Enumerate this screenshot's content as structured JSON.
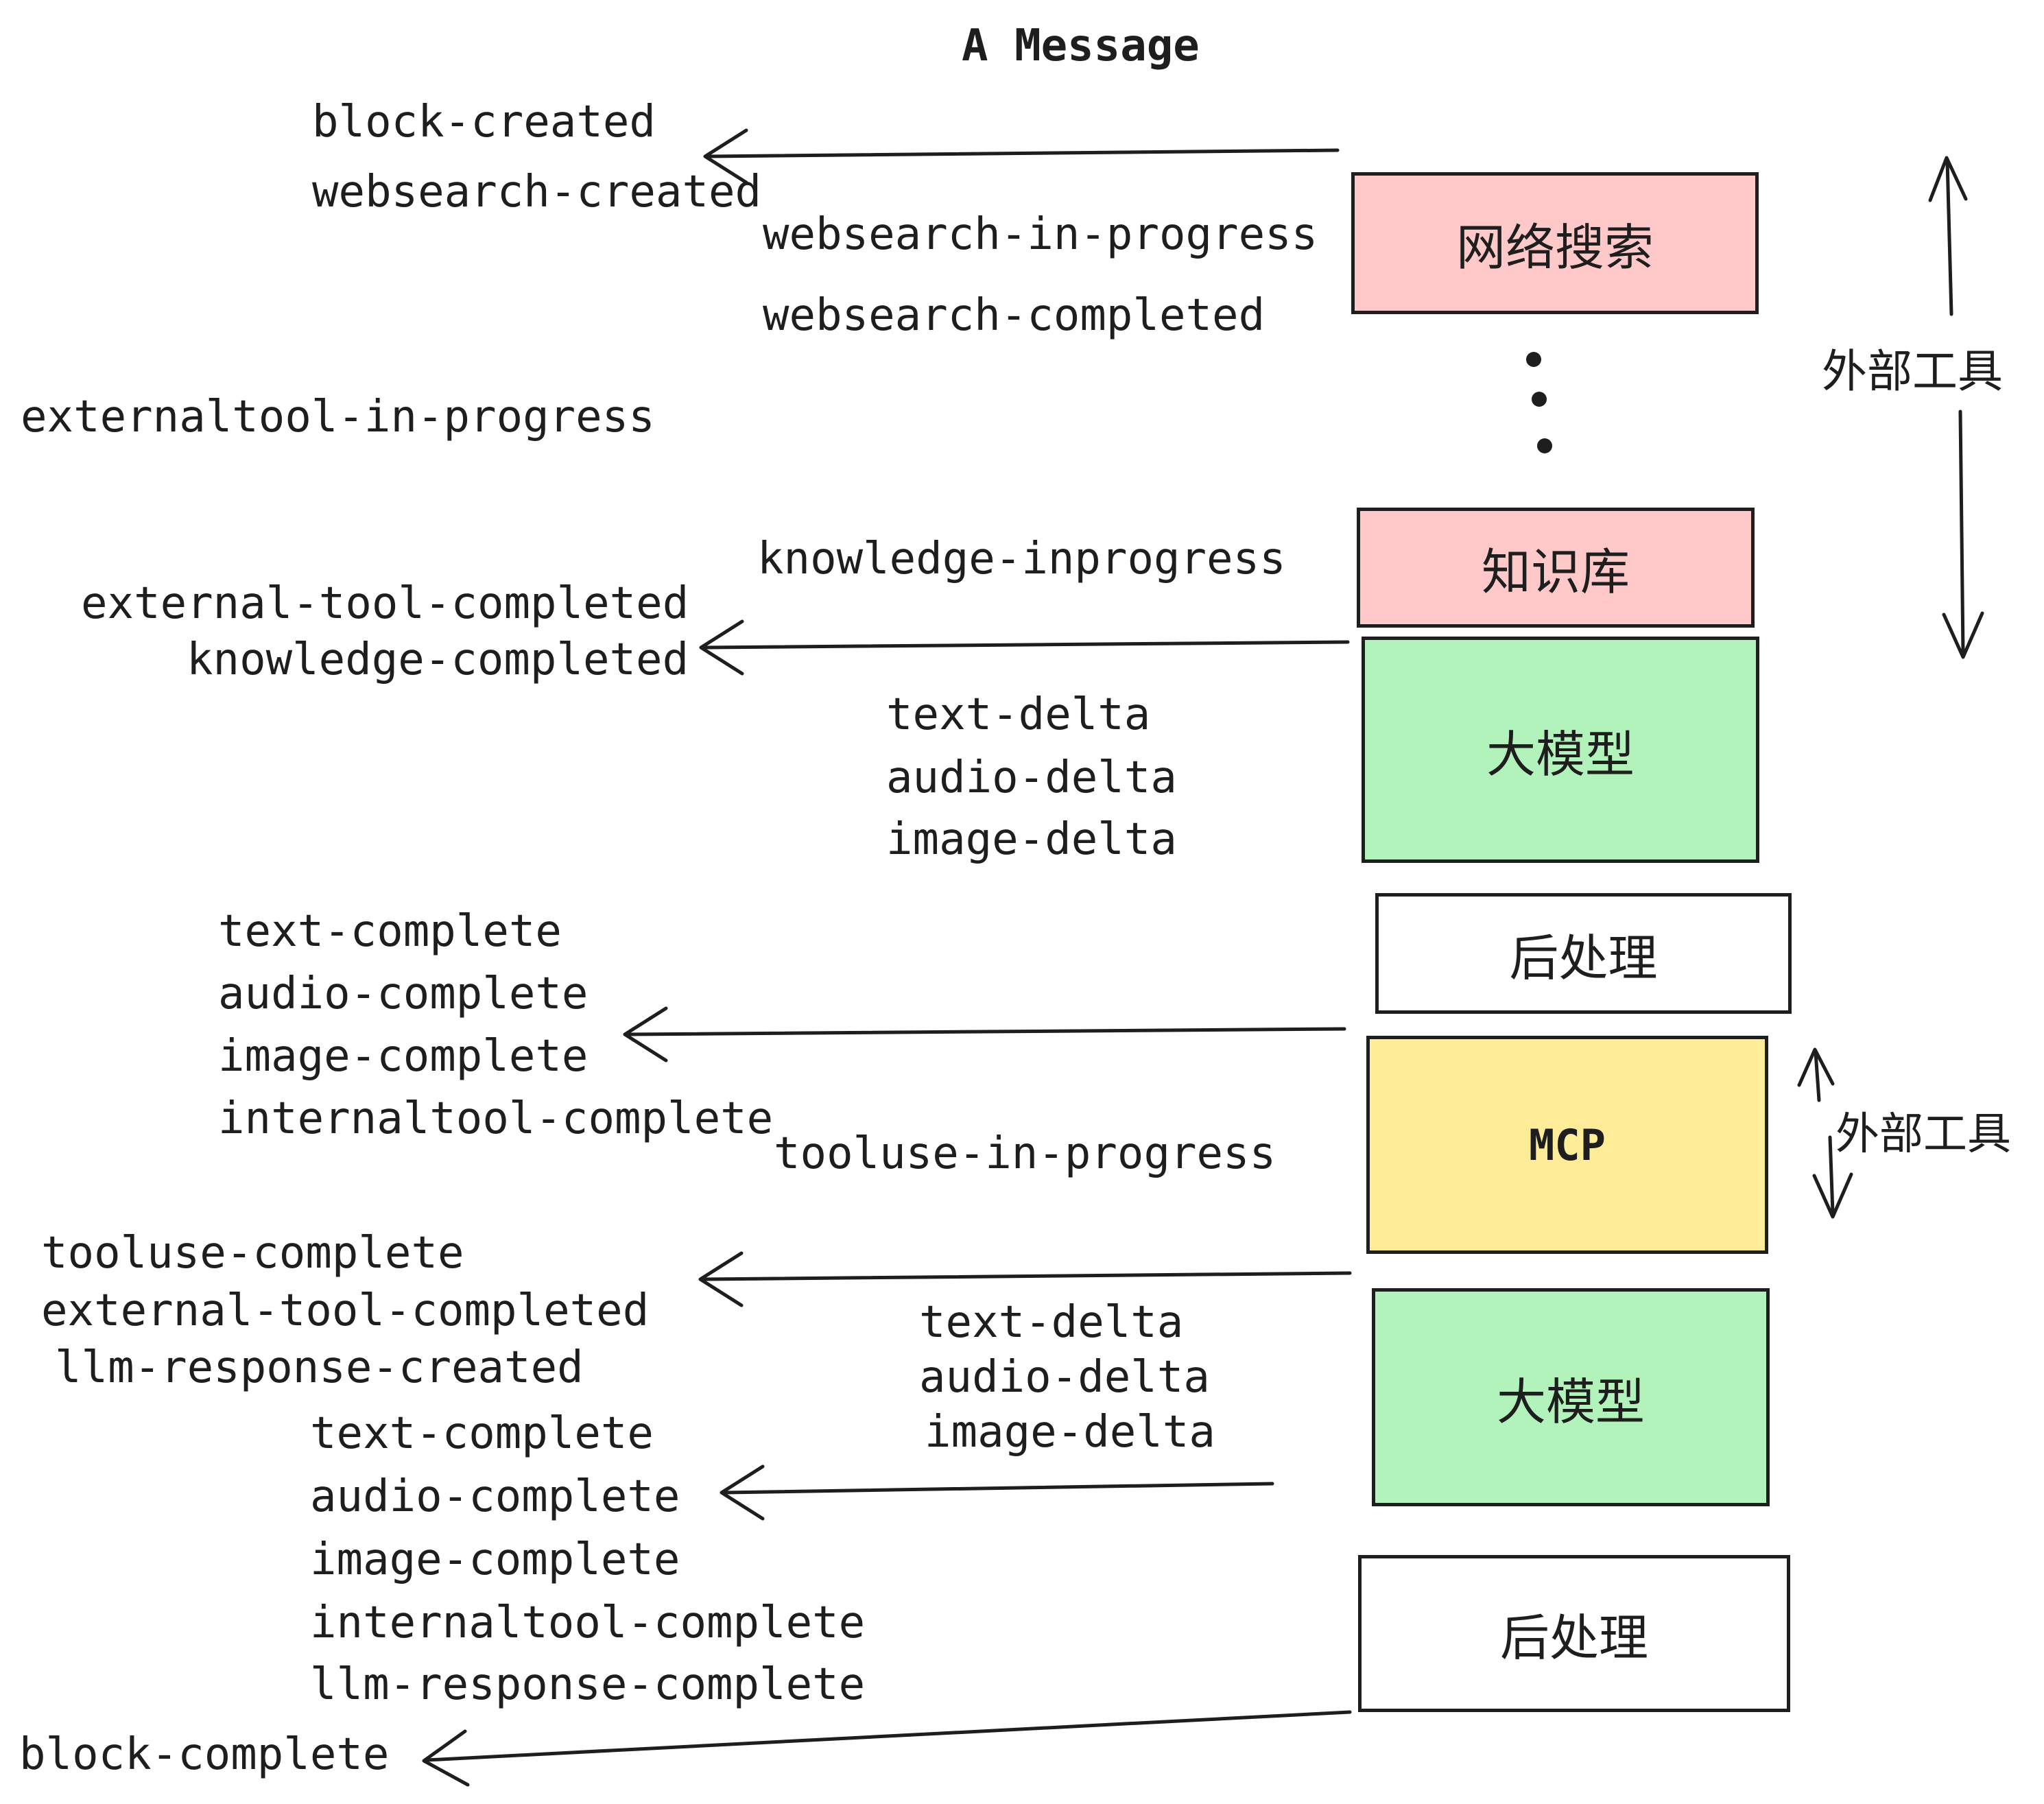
{
  "title": "A Message",
  "colors": {
    "background": "#ffffff",
    "ink": "#1e1e1e",
    "pink_box": "#ffc9c9",
    "green_box": "#b2f2bb",
    "yellow_box": "#ffec99",
    "white_box": "#ffffff"
  },
  "boxes": [
    {
      "label": "网络搜索",
      "color": "pink"
    },
    {
      "label": "知识库",
      "color": "pink"
    },
    {
      "label": "大模型",
      "color": "green"
    },
    {
      "label": "后处理",
      "color": "white"
    },
    {
      "label": "MCP",
      "color": "yellow"
    },
    {
      "label": "大模型",
      "color": "green"
    },
    {
      "label": "后处理",
      "color": "white"
    }
  ],
  "left_events": [
    "block-created",
    "websearch-created",
    "externaltool-in-progress",
    "external-tool-completed",
    "knowledge-completed",
    "text-complete",
    "audio-complete",
    "image-complete",
    "internaltool-complete",
    "tooluse-complete",
    "external-tool-completed",
    "llm-response-created",
    "text-complete",
    "audio-complete",
    "image-complete",
    "internaltool-complete",
    "llm-response-complete",
    "block-complete"
  ],
  "middle_events": [
    "websearch-in-progress",
    "websearch-completed",
    "knowledge-inprogress",
    "text-delta",
    "audio-delta",
    "image-delta",
    "tooluse-in-progress",
    "text-delta",
    "audio-delta",
    "image-delta"
  ],
  "annotations": {
    "external_tools_top": "外部工具",
    "external_tools_mcp": "外部工具"
  }
}
